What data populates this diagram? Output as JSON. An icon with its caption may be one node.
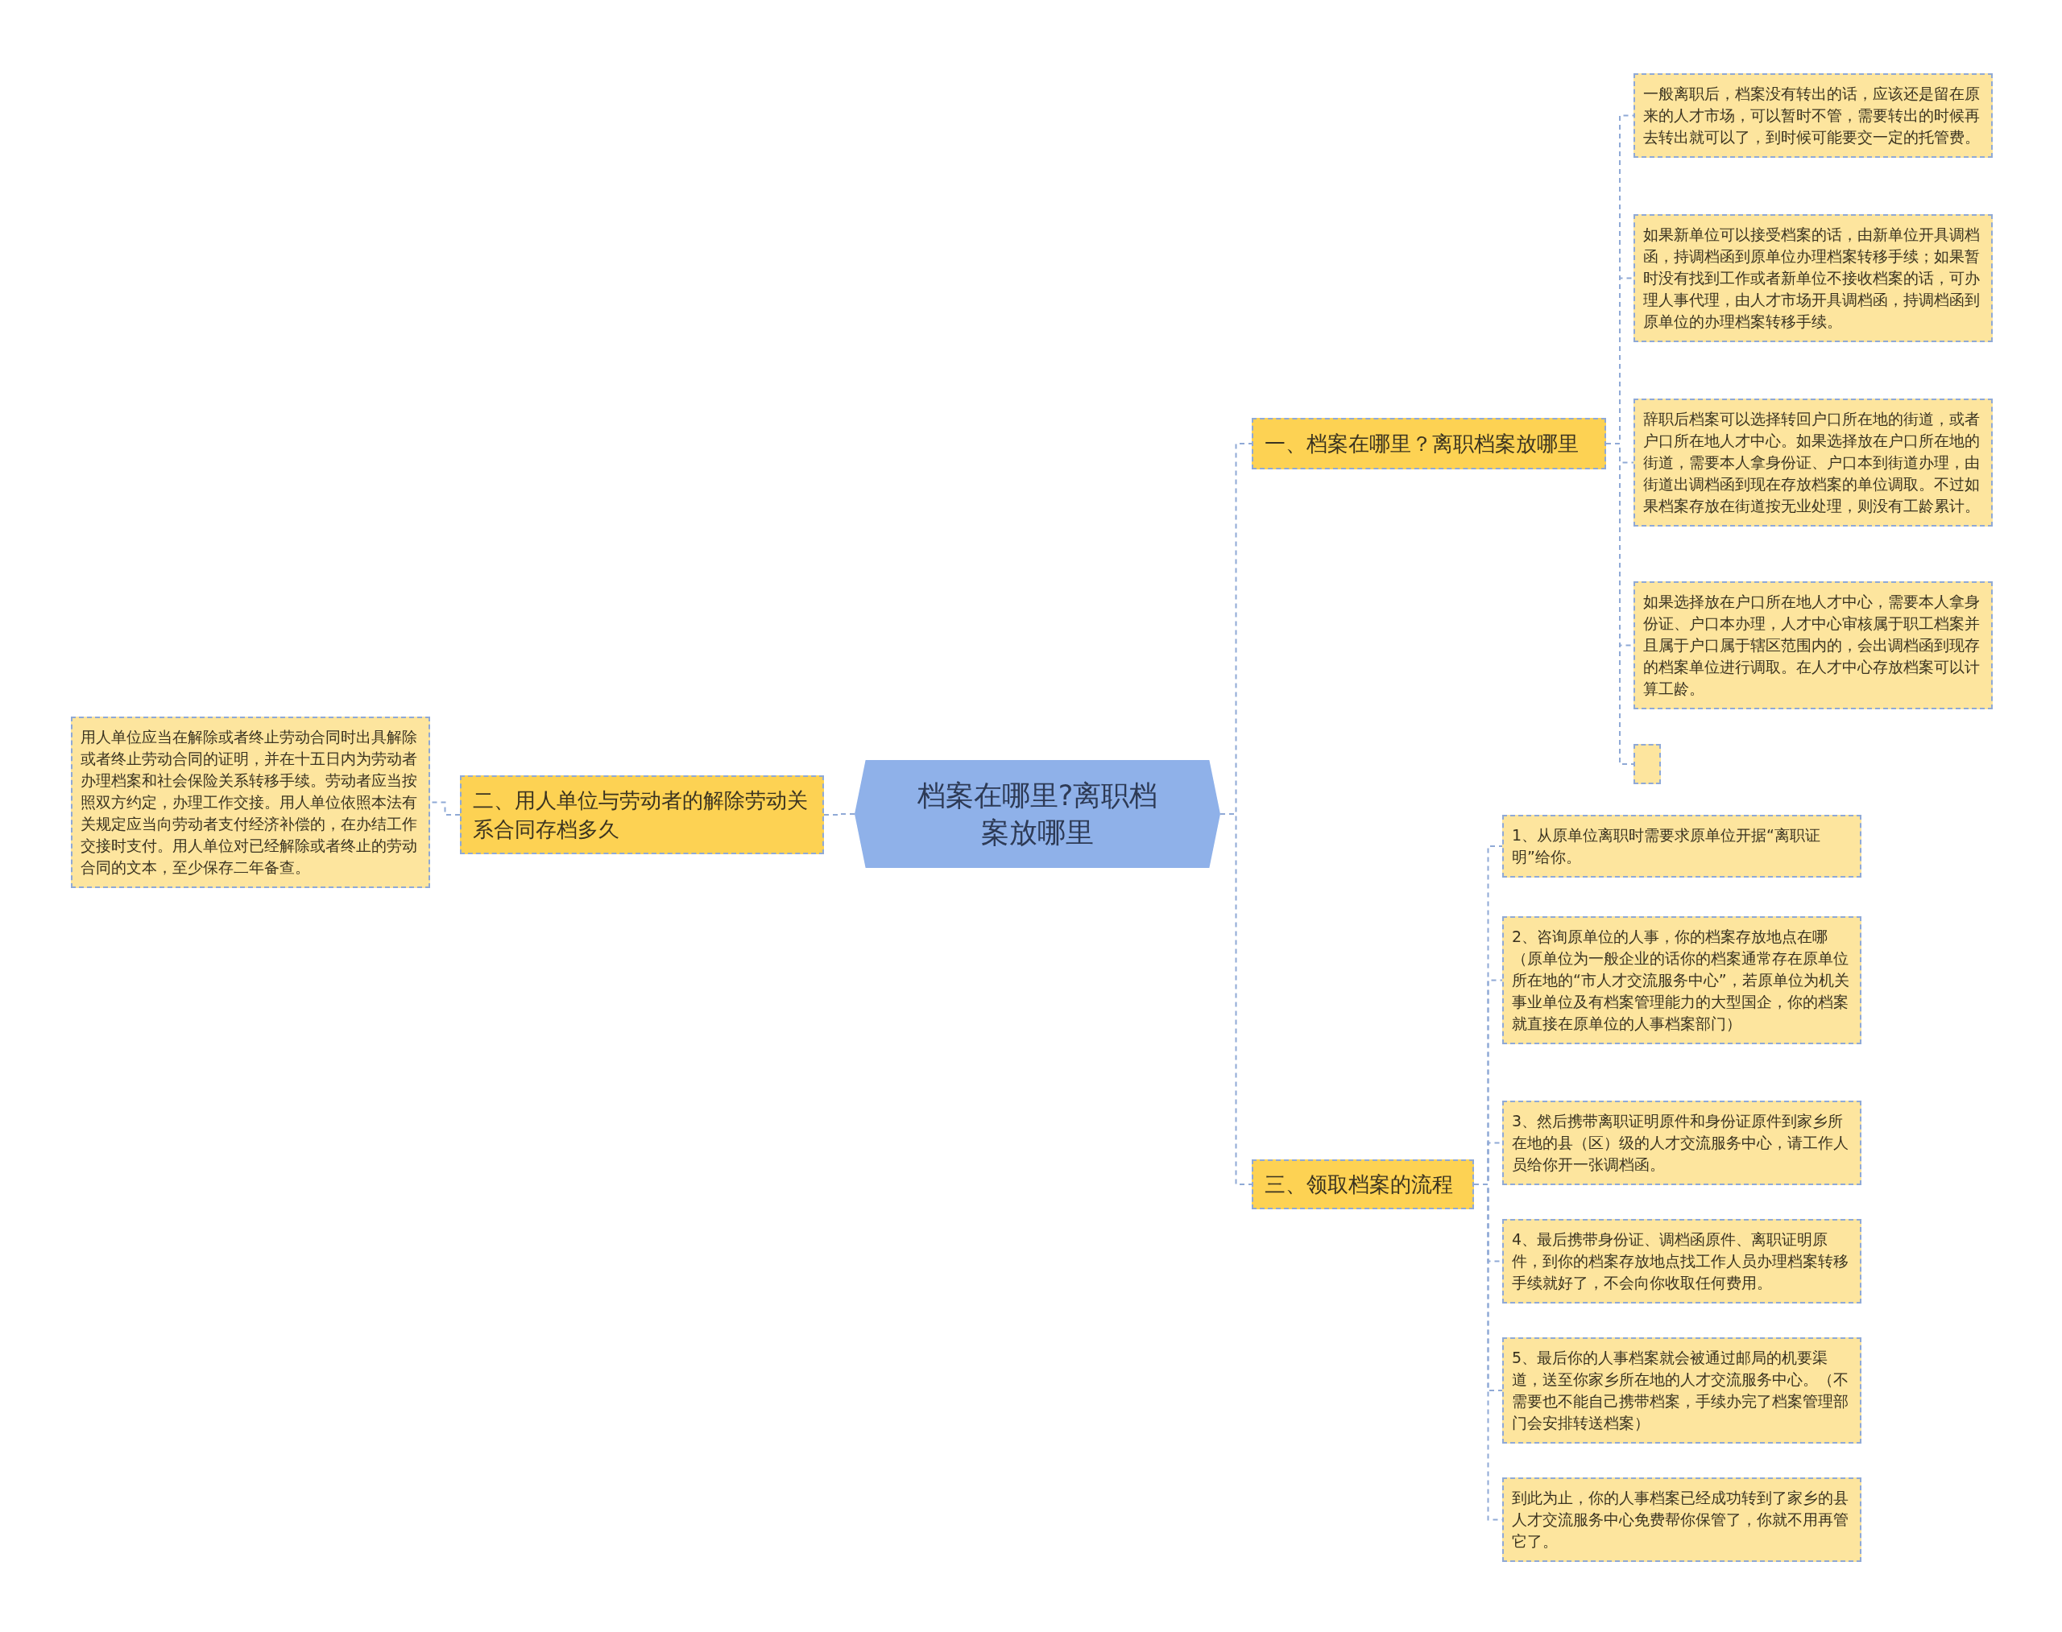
{
  "diagram": {
    "nodes": [
      {
        "text": [
          "档案在哪里?离职档案放哪里"
        ]
      },
      {
        "text": [
          "一、档案在哪里？离职档案放哪里"
        ]
      },
      {
        "text": [
          "一般离职后，档案没有转出的话，应该还是留在原来的人才市场，可以暂时不管，需要转出的时候再去转出就可以了，到时候可能要交一定的托管费。"
        ]
      },
      {
        "text": [
          "如果新单位可以接受档案的话，由新单位开具调档函，持调档函到原单位办理档案转移手续；如果暂时没有找到工作或者新单位不接收档案的话，可办理人事代理，由人才市场开具调档函，持调档函到原单位的办理档案转移手续。"
        ]
      },
      {
        "text": [
          "辞职后档案可以选择转回户口所在地的街道，或者户口所在地人才中心。如果选择放在户口所在地的街道，需要本人拿身份证、户口本到街道办理，由街道出调档函到现在存放档案的单位调取。不过如果档案存放在街道按无业处理，则没有工龄累计。"
        ]
      },
      {
        "text": [
          "如果选择放在户口所在地人才中心，需要本人拿身份证、户口本办理，人才中心审核属于职工档案并且属于户口属于辖区范围内的，会出调档函到现存的档案单位进行调取。在人才中心存放档案可以计算工龄。"
        ]
      },
      {
        "text": [],
        "shape": "box"
      },
      {
        "text": [
          "二、用人单位与劳动者的解除劳动关系合同存档多久"
        ]
      },
      {
        "text": [
          "用人单位应当在解除或者终止劳动合同时出具解除或者终止劳动合同的证明，并在十五日内为劳动者办理档案和社会保险关系转移手续。劳动者应当按照双方约定，办理工作交接。用人单位依照本法有关规定应当向劳动者支付经济补偿的，在办结工作交接时支付。用人单位对已经解除或者终止的劳动合同的文本，至少保存二年备查。"
        ]
      },
      {
        "text": [
          "三、领取档案的流程"
        ]
      },
      {
        "text": [
          "1、从原单位离职时需要求原单位开据“离职证明”给你。"
        ]
      },
      {
        "text": [
          "2、咨询原单位的人事，你的档案存放地点在哪（原单位为一般企业的话你的档案通常存在原单位所在地的“市人才交流服务中心”，若原单位为机关事业单位及有档案管理能力的大型国企，你的档案就直接在原单位的人事档案部门）"
        ]
      },
      {
        "text": [
          "3、然后携带离职证明原件和身份证原件到家乡所在地的县（区）级的人才交流服务中心，请工作人员给你开一张调档函。"
        ]
      },
      {
        "text": [
          "4、最后携带身份证、调档函原件、离职证明原件，到你的档案存放地点找工作人员办理档案转移手续就好了，不会向你收取任何费用。"
        ]
      },
      {
        "text": [
          "5、最后你的人事档案就会被通过邮局的机要渠道，送至你家乡所在地的人才交流服务中心。（不需要也不能自己携带档案，手续办完了档案管理部门会安排转送档案）"
        ]
      },
      {
        "text": [
          "到此为止，你的人事档案已经成功转到了家乡的县人才交流服务中心免费帮你保管了，你就不用再管它了。"
        ]
      }
    ],
    "edges": [
      {
        "from": 0,
        "to": 1,
        "arrow": "none"
      },
      {
        "from": 1,
        "to": 2,
        "arrow": "none"
      },
      {
        "from": 1,
        "to": 3,
        "arrow": "none"
      },
      {
        "from": 1,
        "to": 4,
        "arrow": "none"
      },
      {
        "from": 1,
        "to": 5,
        "arrow": "none"
      },
      {
        "from": 1,
        "to": 6,
        "arrow": "none"
      },
      {
        "from": 0,
        "to": 7,
        "arrow": "none"
      },
      {
        "from": 7,
        "to": 8,
        "arrow": "none"
      },
      {
        "from": 0,
        "to": 9,
        "arrow": "none"
      },
      {
        "from": 9,
        "to": 10,
        "arrow": "none"
      },
      {
        "from": 9,
        "to": 11,
        "arrow": "none"
      },
      {
        "from": 9,
        "to": 12,
        "arrow": "none"
      },
      {
        "from": 9,
        "to": 13,
        "arrow": "none"
      },
      {
        "from": 9,
        "to": 14,
        "arrow": "none"
      },
      {
        "from": 9,
        "to": 15,
        "arrow": "none"
      }
    ]
  }
}
